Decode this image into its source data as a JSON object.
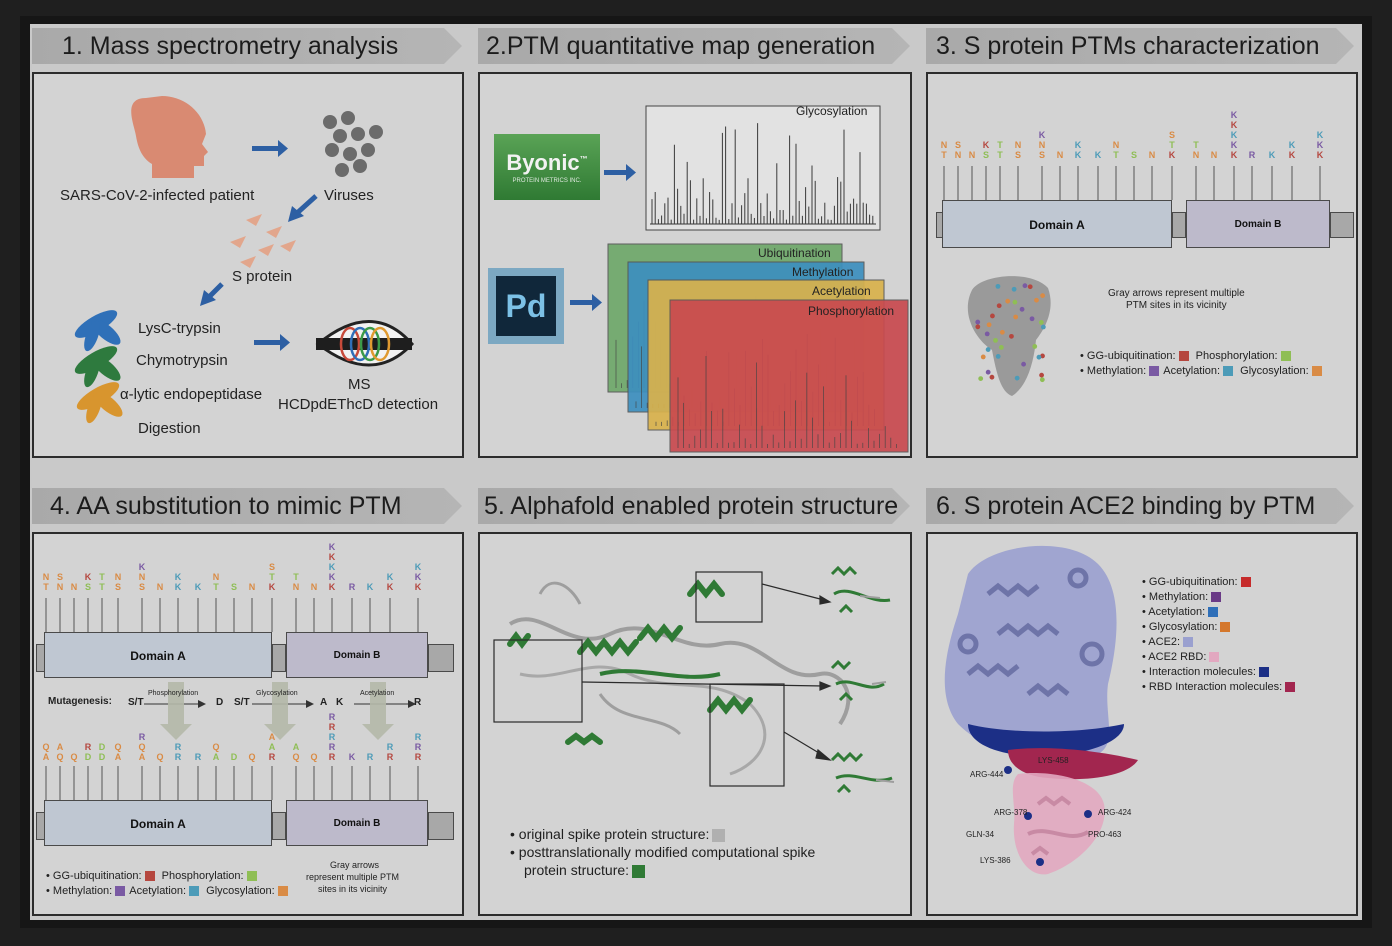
{
  "panels": [
    {
      "title": "1. Mass spectrometry analysis"
    },
    {
      "title": "2.PTM quantitative map generation"
    },
    {
      "title": "3. S protein PTMs characterization"
    },
    {
      "title": "4. AA substitution to mimic PTM"
    },
    {
      "title": "5. Alphafold enabled protein structure"
    },
    {
      "title": "6. S protein ACE2 binding by PTM"
    }
  ],
  "p1": {
    "patient": "SARS-CoV-2-infected patient",
    "viruses": "Viruses",
    "sprotein": "S protein",
    "enzyme1": "LysC-trypsin",
    "enzyme2": "Chymotrypsin",
    "enzyme3": "α-lytic endopeptidase",
    "digestion": "Digestion",
    "ms": "MS",
    "detection": "HCDpdEThcD detection"
  },
  "p2": {
    "byonic": "Byonic",
    "byonic_tm": "™",
    "byonic_sub": "PROTEIN METRICS INC.",
    "pd": "Pd",
    "glyco": "Glycosylation",
    "layers": [
      "Ubiquitination",
      "Methylation",
      "Acetylation",
      "Phosphorylation"
    ],
    "layer_colors": [
      "#6fa86a",
      "#3d8fbf",
      "#d9b24c",
      "#c94a4f"
    ]
  },
  "p3": {
    "domainA": "Domain A",
    "domainB": "Domain B",
    "note1": "Gray arrows represent multiple",
    "note2": "PTM sites in its vicinity",
    "leg_ub": "GG-ubiquitination:",
    "leg_ph": "Phosphorylation:",
    "leg_me": "Methylation:",
    "leg_ac": "Acetylation:",
    "leg_gl": "Glycosylation:"
  },
  "p4": {
    "domainA": "Domain A",
    "domainB": "Domain B",
    "mutagenesis": "Mutagenesis:",
    "st1": "S/T",
    "to_d": "D",
    "phospho": "Phosphorylation",
    "st2": "S/T",
    "to_a": "A",
    "glyco": "Glycosylation",
    "k": "K",
    "to_r": "R",
    "acetyl": "Acetylation",
    "note1": "Gray arrows",
    "note2": "represent multiple PTM",
    "note3": "sites in its vicinity",
    "leg_ub": "GG-ubiquitination:",
    "leg_ph": "Phosphorylation:",
    "leg_me": "Methylation:",
    "leg_ac": "Acetylation:",
    "leg_gl": "Glycosylation:"
  },
  "p5": {
    "leg1": "original spike protein structure:",
    "leg2a": "posttranslationally modified computational spike",
    "leg2b": "protein structure:"
  },
  "p6": {
    "legend": [
      {
        "label": "GG-ubiquitination:",
        "color": "#c62b2b"
      },
      {
        "label": "Methylation:",
        "color": "#6a3a86"
      },
      {
        "label": "Acetylation:",
        "color": "#2f6fb8"
      },
      {
        "label": "Glycosylation:",
        "color": "#d4772c"
      },
      {
        "label": "ACE2:",
        "color": "#9aa0cf"
      },
      {
        "label": "ACE2  RBD:",
        "color": "#e2a8c0"
      },
      {
        "label": "Interaction molecules:",
        "color": "#1c2f86"
      },
      {
        "label": "RBD Interaction molecules:",
        "color": "#a2264f"
      }
    ],
    "residues": [
      "ARG-444",
      "LYS-458",
      "ARG-378",
      "ARG-424",
      "GLN-34",
      "PRO-463",
      "LYS-386"
    ]
  },
  "colors": {
    "ub": "#b5473f",
    "ph": "#8fbe55",
    "me": "#7a5aa3",
    "ac": "#4c9bb8",
    "gl": "#d98b45",
    "gray_struct": "#9e9e9e",
    "green_struct": "#2f7a35"
  }
}
